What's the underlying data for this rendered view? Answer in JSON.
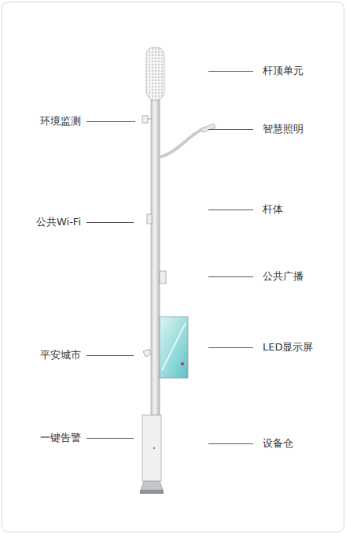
{
  "diagram": {
    "labels": [
      "杆顶单元",
      "智慧照明",
      "杆体",
      "公共广播",
      "LED显示屏",
      "设备仓",
      "环境监测",
      "公共Wi-Fi",
      "平安城市",
      "一键告警"
    ]
  }
}
